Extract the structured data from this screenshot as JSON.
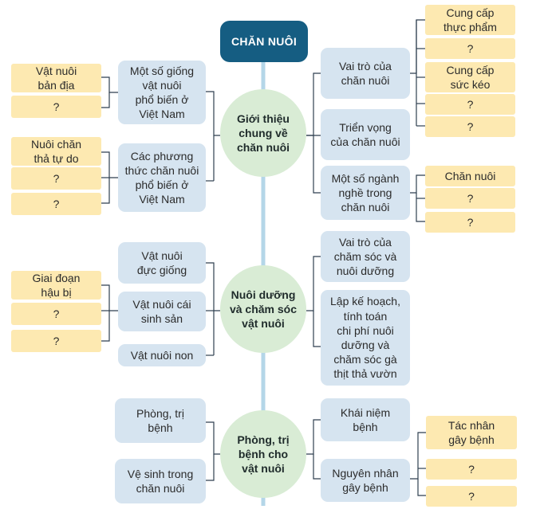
{
  "root": "CHĂN NUÔI",
  "hubs": [
    "Giới thiệu\nchung về\nchăn nuôi",
    "Nuôi dưỡng\nvà chăm sóc\nvật nuôi",
    "Phòng, trị\nbệnh cho\nvật nuôi"
  ],
  "hub1": {
    "left": [
      {
        "label": "Một số giống\nvật nuôi\nphổ biến ở\nViệt Nam",
        "items": [
          "Vật nuôi\nbản địa",
          "?"
        ]
      },
      {
        "label": "Các phương\nthức chăn nuôi\nphổ biến ở\nViệt Nam",
        "items": [
          "Nuôi chăn\nthả tự do",
          "?",
          "?"
        ]
      }
    ],
    "right": [
      {
        "label": "Vai trò của\nchăn nuôi",
        "items": [
          "Cung cấp\nthực phẩm",
          "?",
          "Cung cấp\nsức kéo",
          "?",
          "?"
        ]
      },
      {
        "label": "Triển vọng\ncủa chăn nuôi",
        "items": []
      },
      {
        "label": "Một số ngành\nnghề trong\nchăn nuôi",
        "items": [
          "Chăn nuôi",
          "?",
          "?"
        ]
      }
    ]
  },
  "hub2": {
    "left": [
      {
        "label": "Vật nuôi\nđực giống",
        "items": []
      },
      {
        "label": "Vật nuôi cái\nsinh sản",
        "items": []
      },
      {
        "label": "Vật nuôi non",
        "items": []
      }
    ],
    "left_items": [
      "Giai đoạn\nhậu bị",
      "?",
      "?"
    ],
    "right": [
      {
        "label": "Vai trò của\nchăm sóc và\nnuôi dưỡng",
        "items": []
      },
      {
        "label": "Lập kế hoạch,\ntính toán\nchi phí nuôi\ndưỡng và\nchăm sóc gà\nthịt thả vườn",
        "items": []
      }
    ]
  },
  "hub3": {
    "left": [
      {
        "label": "Phòng, trị\nbệnh",
        "items": []
      },
      {
        "label": "Vệ sinh trong\nchăn nuôi",
        "items": []
      }
    ],
    "right": [
      {
        "label": "Khái niệm\nbệnh",
        "items": []
      },
      {
        "label": "Nguyên nhân\ngây bệnh",
        "items": [
          "Tác nhân\ngây bệnh",
          "?",
          "?"
        ]
      }
    ]
  },
  "colors": {
    "root": "#155d82",
    "hub": "#d9ecd5",
    "branch": "#d6e4f0",
    "leaf": "#fde9b1",
    "connector": "#2f3f4f"
  }
}
